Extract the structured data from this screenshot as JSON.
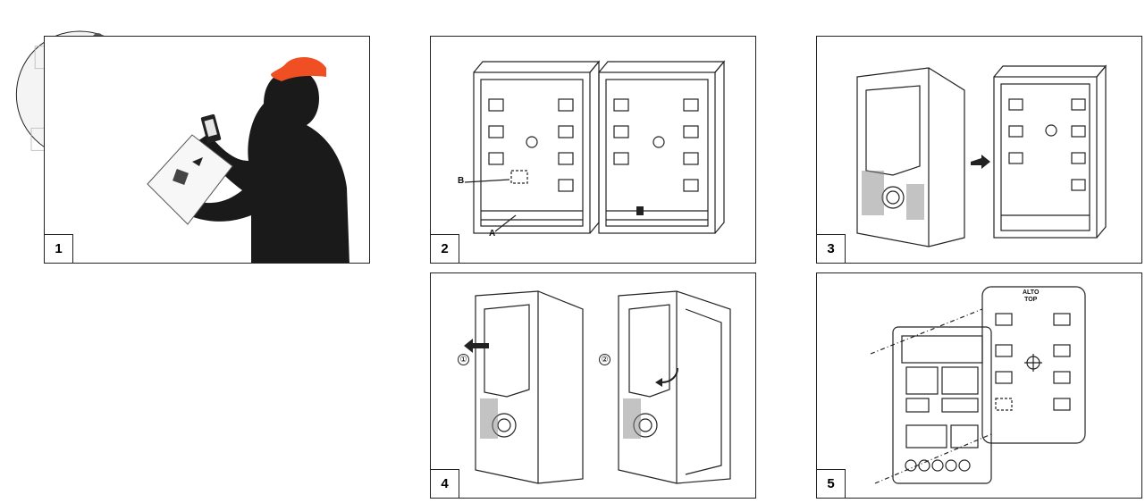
{
  "panels": [
    {
      "id": "1",
      "label": "1"
    },
    {
      "id": "2",
      "label": "2",
      "callouts": {
        "a": "A",
        "b": "B"
      }
    },
    {
      "id": "3",
      "label": "3"
    },
    {
      "id": "4",
      "label": "4",
      "steps": [
        "①",
        "②"
      ]
    },
    {
      "id": "5",
      "label": "5",
      "marking": "ALTO\nTOP"
    }
  ],
  "colors": {
    "line": "#222222",
    "cap": "#f04e23",
    "silhouette": "#1a1a1a",
    "grey": "#bdbdbd"
  },
  "icons": [
    "qr-code-icon",
    "smartphone-icon",
    "arrow-icon"
  ]
}
